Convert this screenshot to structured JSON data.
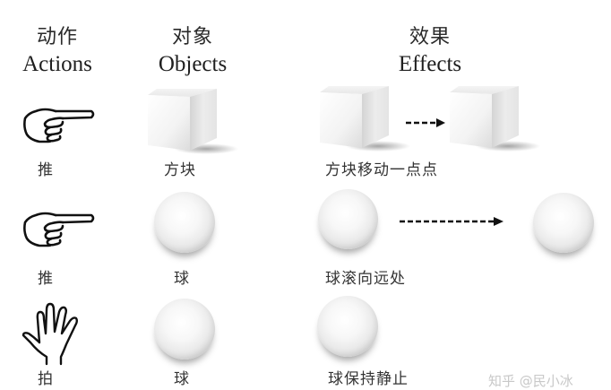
{
  "headers": {
    "actions": {
      "zh": "动作",
      "en": "Actions"
    },
    "objects": {
      "zh": "对象",
      "en": "Objects"
    },
    "effects": {
      "zh": "效果",
      "en": "Effects"
    }
  },
  "rows": [
    {
      "action_icon": "pointing-hand-icon",
      "action": "推",
      "object_icon": "cube-icon",
      "object": "方块",
      "effect": "方块移动一点点",
      "effect_icons": [
        "cube-icon",
        "short-dashed-arrow-icon",
        "cube-icon"
      ]
    },
    {
      "action_icon": "pointing-hand-icon",
      "action": "推",
      "object_icon": "ball-icon",
      "object": "球",
      "effect": "球滚向远处",
      "effect_icons": [
        "ball-icon",
        "long-dashed-arrow-icon",
        "ball-icon"
      ]
    },
    {
      "action_icon": "open-hand-icon",
      "action": "拍",
      "object_icon": "ball-icon",
      "object": "球",
      "effect": "球保持静止",
      "effect_icons": [
        "ball-icon"
      ]
    }
  ],
  "watermark": "知乎 @民小冰"
}
